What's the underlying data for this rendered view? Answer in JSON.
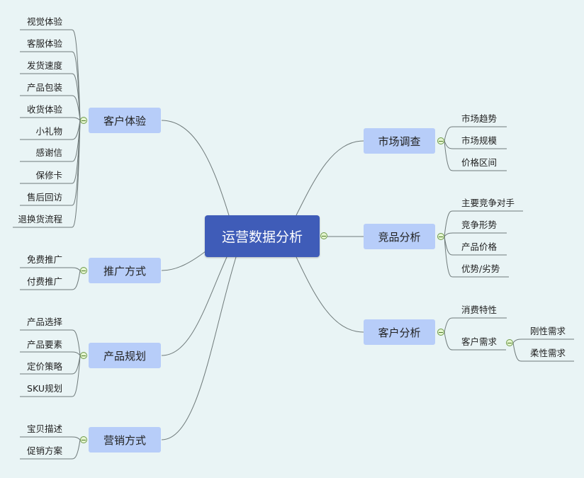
{
  "root": "运营数据分析",
  "colors": {
    "background": "#e9f4f5",
    "root": "#3f5cb8",
    "topic": "#b7cdf9",
    "line": "#6f7a7a"
  },
  "branches": {
    "customer_experience": {
      "label": "客户体验",
      "items": [
        "视觉体验",
        "客服体验",
        "发货速度",
        "产品包装",
        "收货体验",
        "小礼物",
        "感谢信",
        "保修卡",
        "售后回访",
        "退换货流程"
      ]
    },
    "promotion": {
      "label": "推广方式",
      "items": [
        "免费推广",
        "付费推广"
      ]
    },
    "product_planning": {
      "label": "产品规划",
      "items": [
        "产品选择",
        "产品要素",
        "定价策略",
        "SKU规划"
      ]
    },
    "marketing": {
      "label": "营销方式",
      "items": [
        "宝贝描述",
        "促销方案"
      ]
    },
    "market_research": {
      "label": "市场调查",
      "items": [
        "市场趋势",
        "市场规模",
        "价格区间"
      ]
    },
    "competitor": {
      "label": "竞品分析",
      "items": [
        "主要竞争对手",
        "竞争形势",
        "产品价格",
        "优势/劣势"
      ]
    },
    "customer_analysis": {
      "label": "客户分析",
      "items": [
        "消费特性",
        "客户需求"
      ],
      "needs": [
        "刚性需求",
        "柔性需求"
      ]
    }
  }
}
